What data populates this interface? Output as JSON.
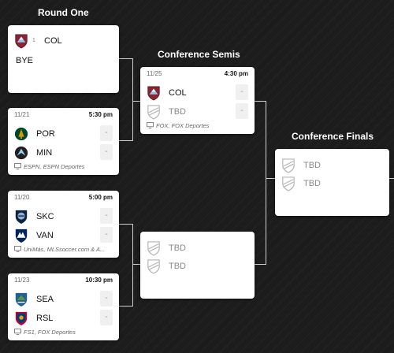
{
  "rounds": {
    "round_one": "Round One",
    "conference_semis": "Conference Semis",
    "conference_finals": "Conference Finals"
  },
  "round_one": {
    "bye_match": {
      "seed": "1",
      "team": "COL",
      "bye_label": "BYE",
      "logo": "colorado-rapids-logo"
    },
    "match_2": {
      "date": "11/21",
      "time": "5:30 pm",
      "home": {
        "team": "POR",
        "score": "-",
        "logo": "portland-timbers-logo"
      },
      "away": {
        "team": "MIN",
        "score": "-",
        "logo": "minnesota-united-logo"
      },
      "broadcast": "ESPN, ESPN Deportes"
    },
    "match_3": {
      "date": "11/20",
      "time": "5:00 pm",
      "home": {
        "team": "SKC",
        "score": "-",
        "logo": "sporting-kc-logo"
      },
      "away": {
        "team": "VAN",
        "score": "-",
        "logo": "vancouver-whitecaps-logo"
      },
      "broadcast": "UniMás, MLSsoccer.com & A..."
    },
    "match_4": {
      "date": "11/23",
      "time": "10:30 pm",
      "home": {
        "team": "SEA",
        "score": "-",
        "logo": "seattle-sounders-logo"
      },
      "away": {
        "team": "RSL",
        "score": "-",
        "logo": "real-salt-lake-logo"
      },
      "broadcast": "FS1, FOX Deportes"
    }
  },
  "conference_semis": {
    "match_1": {
      "date": "11/25",
      "time": "4:30 pm",
      "home": {
        "team": "COL",
        "score": "-",
        "logo": "colorado-rapids-logo"
      },
      "away": {
        "team": "TBD",
        "score": "-",
        "logo": "tbd-shield-icon"
      },
      "broadcast": "FOX, FOX Deportes"
    },
    "match_2": {
      "home": {
        "team": "TBD",
        "logo": "tbd-shield-icon"
      },
      "away": {
        "team": "TBD",
        "logo": "tbd-shield-icon"
      }
    }
  },
  "conference_finals": {
    "match_1": {
      "home": {
        "team": "TBD",
        "logo": "tbd-shield-icon"
      },
      "away": {
        "team": "TBD",
        "logo": "tbd-shield-icon"
      }
    }
  },
  "colors": {
    "background": "#1c1c1c",
    "card": "#ffffff",
    "connector": "#cfcfcf",
    "tbd_text": "#8a8a8a"
  }
}
